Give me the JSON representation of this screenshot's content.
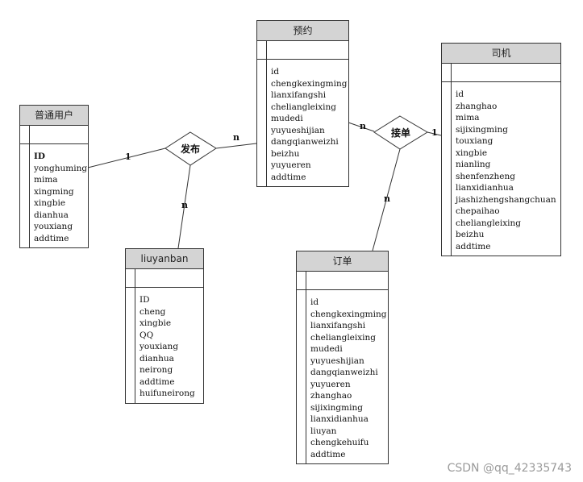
{
  "entities": {
    "putong_yonghu": {
      "title": "普通用户",
      "fields": [
        "ID",
        "yonghuming",
        "mima",
        "xingming",
        "xingbie",
        "dianhua",
        "youxiang",
        "addtime"
      ]
    },
    "yuyue": {
      "title": "预约",
      "fields": [
        "id",
        "chengkexingming",
        "lianxifangshi",
        "cheliangleixing",
        "mudedi",
        "yuyueshijian",
        "dangqianweizhi",
        "beizhu",
        "yuyueren",
        "addtime"
      ]
    },
    "siji": {
      "title": "司机",
      "fields": [
        "id",
        "zhanghao",
        "mima",
        "sijixingming",
        "touxiang",
        "xingbie",
        "nianling",
        "shenfenzheng",
        "lianxidianhua",
        "jiashizhengshangchuan",
        "chepaihao",
        "cheliangleixing",
        "beizhu",
        "addtime"
      ]
    },
    "liuyanban": {
      "title": "liuyanban",
      "fields": [
        "ID",
        "cheng",
        "xingbie",
        "QQ",
        "youxiang",
        "dianhua",
        "neirong",
        "addtime",
        "huifuneirong"
      ]
    },
    "dingdan": {
      "title": "订单",
      "fields": [
        "id",
        "chengkexingming",
        "lianxifangshi",
        "cheliangleixing",
        "mudedi",
        "yuyueshijian",
        "dangqianweizhi",
        "yuyueren",
        "zhanghao",
        "sijixingming",
        "lianxidianhua",
        "liuyan",
        "chengkehuifu",
        "addtime"
      ]
    }
  },
  "relationships": {
    "fabu": {
      "label": "发布"
    },
    "jiedan": {
      "label": "接单"
    }
  },
  "cardinalities": {
    "user_fabu": "1",
    "fabu_yuyue": "n",
    "fabu_liuyanban": "n",
    "yuyue_jiedan": "n",
    "jiedan_siji": "1",
    "jiedan_dingdan": "n"
  },
  "watermark": "CSDN @qq_42335743"
}
